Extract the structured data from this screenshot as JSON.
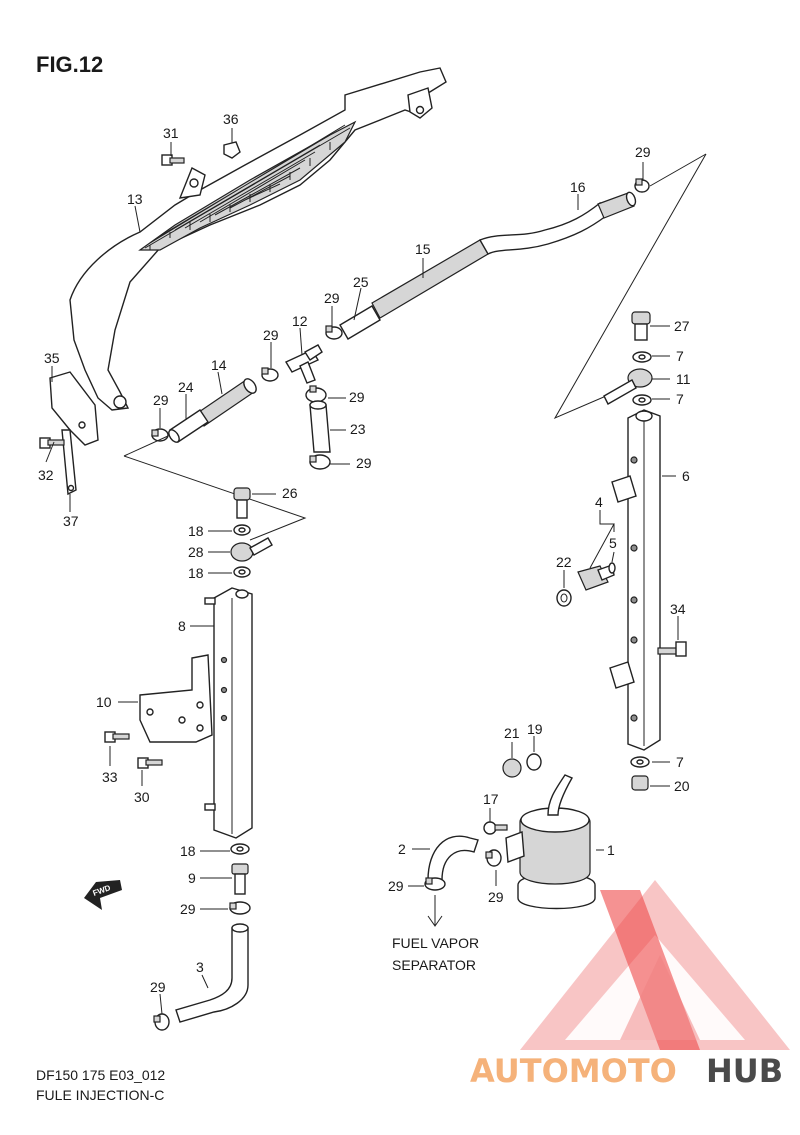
{
  "title": "FIG.12",
  "footer": {
    "code": "DF150 175 E03_012",
    "name": "FULE INJECTION-C"
  },
  "note": {
    "line1": "FUEL VAPOR",
    "line2": "SEPARATOR"
  },
  "fwd_label": "FWD",
  "watermark": {
    "part1": "AUTOMOTO",
    "part2": "HUB",
    "color1": "#f5b27a",
    "color2": "#4a4a4a",
    "accent": "#ee3a3a"
  },
  "callouts": {
    "c36": "36",
    "c31": "31",
    "c13": "13",
    "c35": "35",
    "c32": "32",
    "c37": "37",
    "c14": "14",
    "c24": "24",
    "c29a": "29",
    "c29b": "29",
    "c12": "12",
    "c29c": "29",
    "c25": "25",
    "c15": "15",
    "c16": "16",
    "c29d": "29",
    "c29e": "29",
    "c23": "23",
    "c29f": "29",
    "c26": "26",
    "c18a": "18",
    "c28": "28",
    "c18b": "18",
    "c8": "8",
    "c10": "10",
    "c33": "33",
    "c30": "30",
    "c18c": "18",
    "c9": "9",
    "c29g": "29",
    "c3": "3",
    "c29h": "29",
    "c27": "27",
    "c7a": "7",
    "c11": "11",
    "c7b": "7",
    "c6": "6",
    "c4": "4",
    "c5": "5",
    "c22": "22",
    "c34": "34",
    "c7c": "7",
    "c20": "20",
    "c21": "21",
    "c19": "19",
    "c17": "17",
    "c2": "2",
    "c1": "1",
    "c29i": "29",
    "c29j": "29"
  }
}
